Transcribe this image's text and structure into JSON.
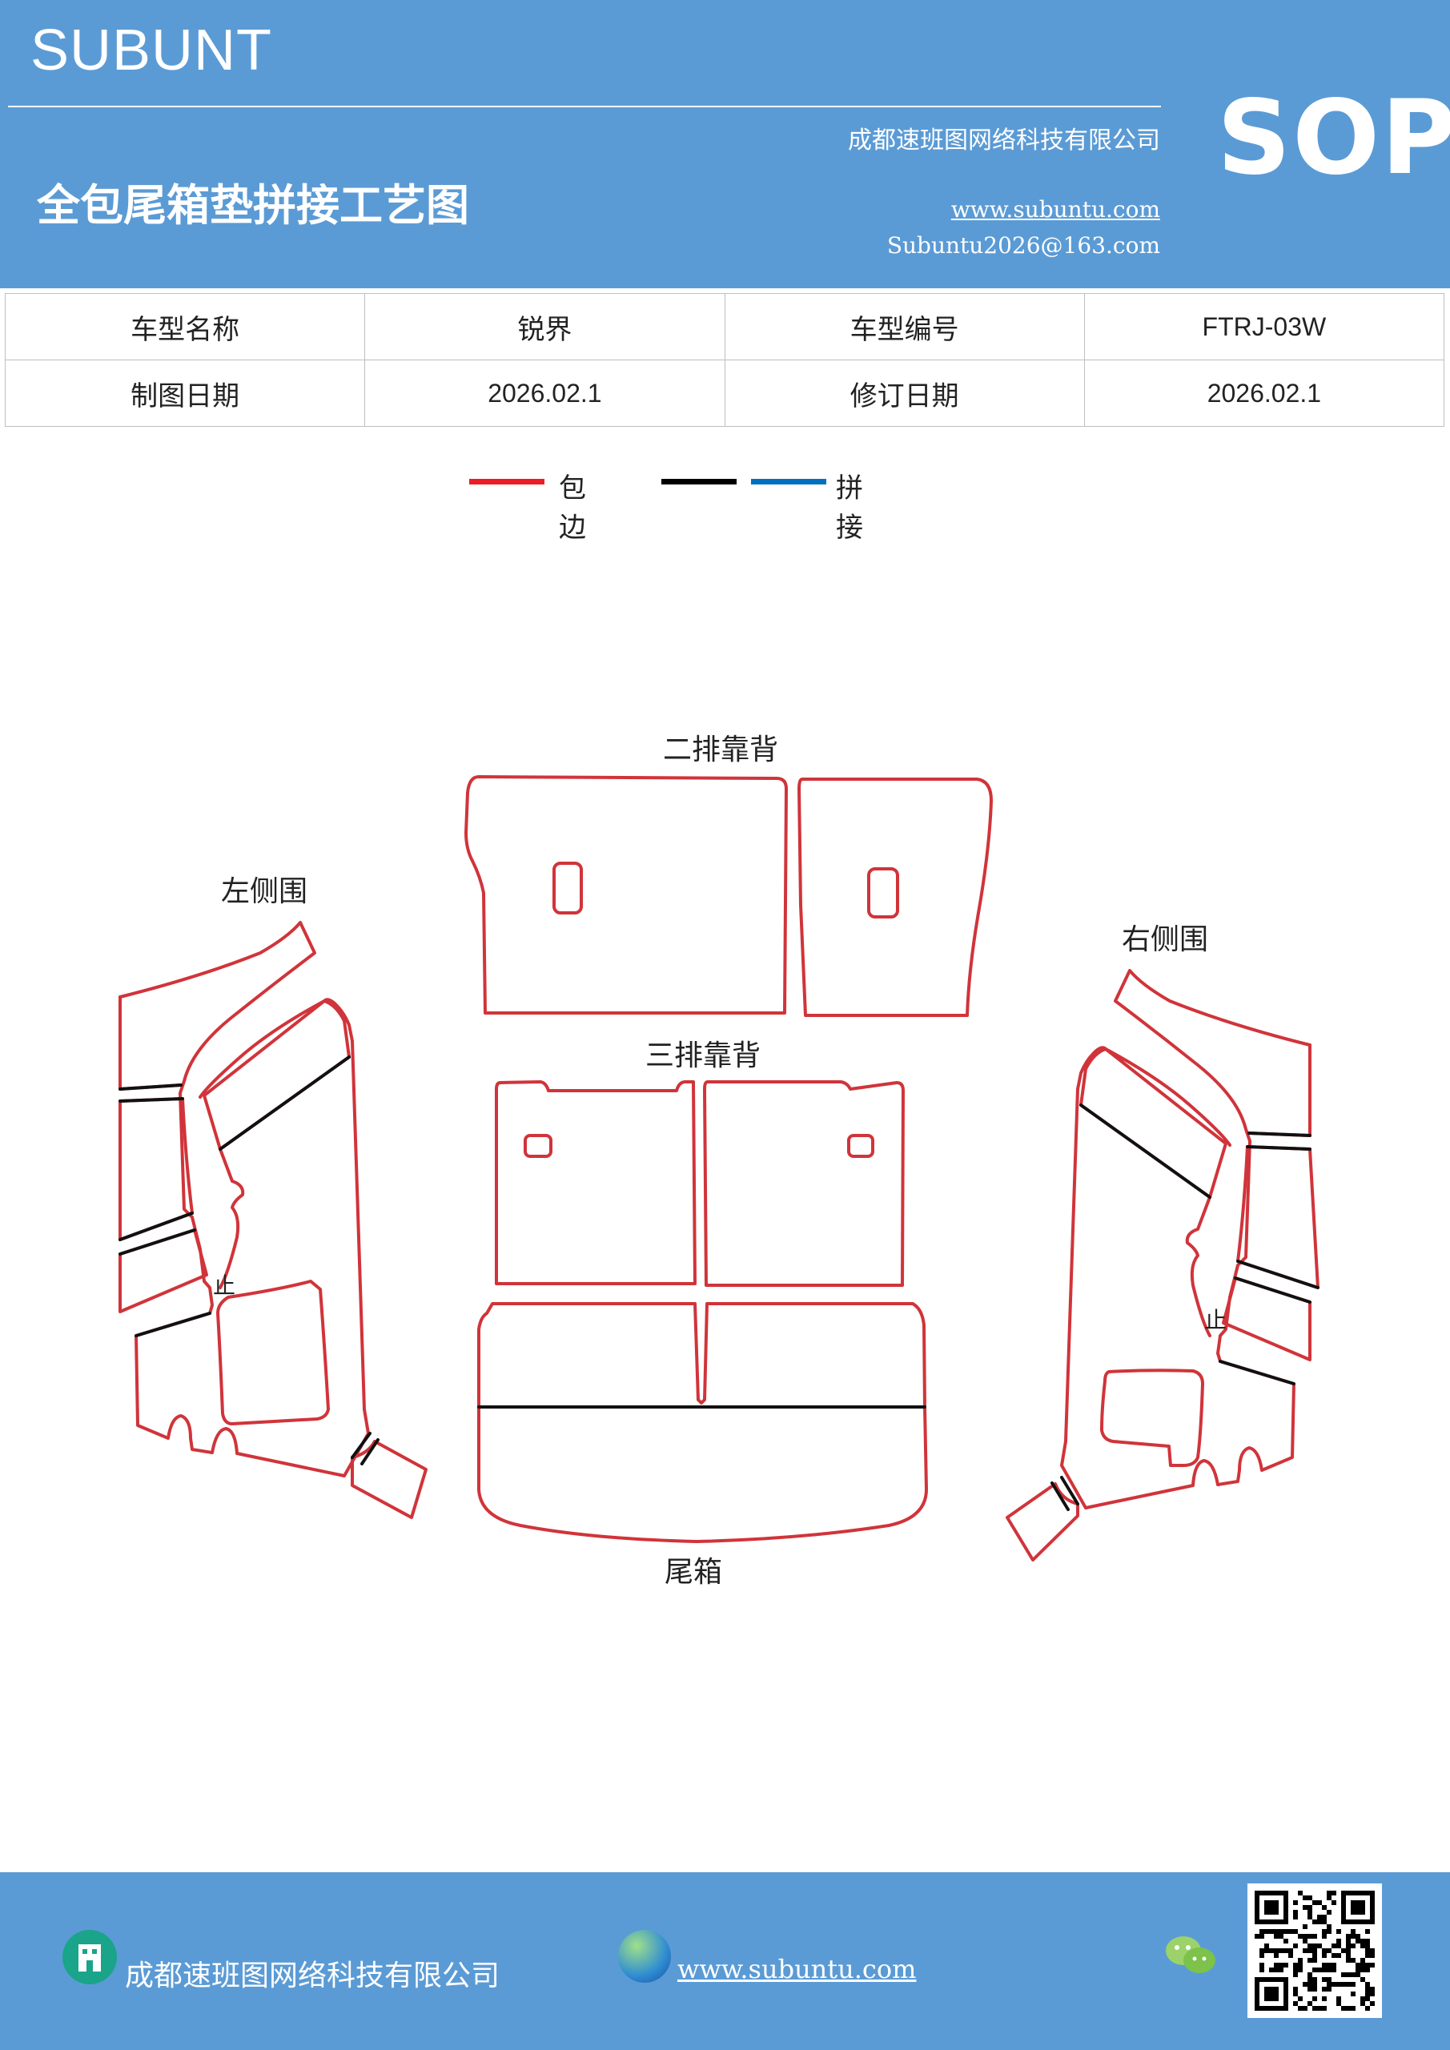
{
  "header": {
    "brand": "SUBUNT",
    "sop": "SOP",
    "company": "成都速班图网络科技有限公司",
    "title": "全包尾箱垫拼接工艺图",
    "website": "www.subuntu.com",
    "email": "Subuntu2026@163.com"
  },
  "info_table": {
    "rows": [
      [
        "车型名称",
        "锐界",
        "车型编号",
        "FTRJ-03W"
      ],
      [
        "制图日期",
        "2026.02.1",
        "修订日期",
        "2026.02.1"
      ]
    ]
  },
  "legend": {
    "items": [
      {
        "label": "包边",
        "colors": [
          "#ee1c25"
        ]
      },
      {
        "label": "拼接",
        "colors": [
          "#000000",
          "#0070c0"
        ]
      }
    ]
  },
  "diagram": {
    "labels": {
      "second_row_back": "二排靠背",
      "third_row_back": "三排靠背",
      "left_side": "左侧围",
      "right_side": "右侧围",
      "trunk": "尾箱",
      "left_mark": "止",
      "right_mark": "止"
    },
    "colors": {
      "edge": "#d0343a",
      "seam": "#111111"
    }
  },
  "footer": {
    "company": "成都速班图网络科技有限公司",
    "website": "www.subuntu.com",
    "icons": [
      "building-icon",
      "globe-icon",
      "wechat-icon",
      "qr-code"
    ]
  }
}
